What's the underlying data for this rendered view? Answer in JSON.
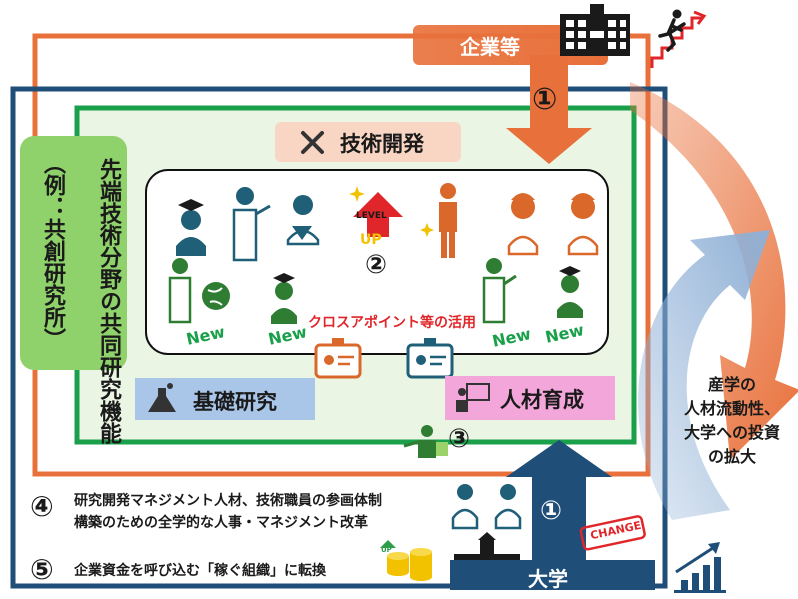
{
  "company": {
    "label": "企業等"
  },
  "flow_number_top": "①",
  "flow_number_bottom": "①",
  "side_box": {
    "title": "先端技術分野の共同研究機能",
    "example": "（例：共創研究所）"
  },
  "tech_dev": {
    "label": "技術開発"
  },
  "level_up": {
    "line1": "LEVEL",
    "line2": "UP"
  },
  "circle_2": "②",
  "circle_3": "③",
  "cross_appointment": "クロスアポイント等の活用",
  "new_labels": [
    "New",
    "New",
    "New",
    "New"
  ],
  "basic_research": {
    "label": "基礎研究"
  },
  "hr_training": {
    "label": "人材育成"
  },
  "investment_text": [
    "産学の",
    "人材流動性、",
    "大学への投資",
    "の拡大"
  ],
  "item4": {
    "number": "④",
    "line1": "研究開発マネジメント人材、技術職員の参画体制",
    "line2": "構築のための全学的な人事・マネジメント改革"
  },
  "item5": {
    "number": "⑤",
    "text": "企業資金を呼び込む「稼ぐ組織」に転換"
  },
  "change_stamp": "CHANGE",
  "university": {
    "label": "大学"
  },
  "coin_label": "UP",
  "colors": {
    "orange": "#E8703A",
    "navy": "#1F4E79",
    "green": "#1AA04A",
    "light_green": "#EAF5E4",
    "side_green": "#8FD16A",
    "blue_arrow": "#8FB0D6",
    "red": "#E0262A",
    "teal_person": "#1F5F78"
  }
}
